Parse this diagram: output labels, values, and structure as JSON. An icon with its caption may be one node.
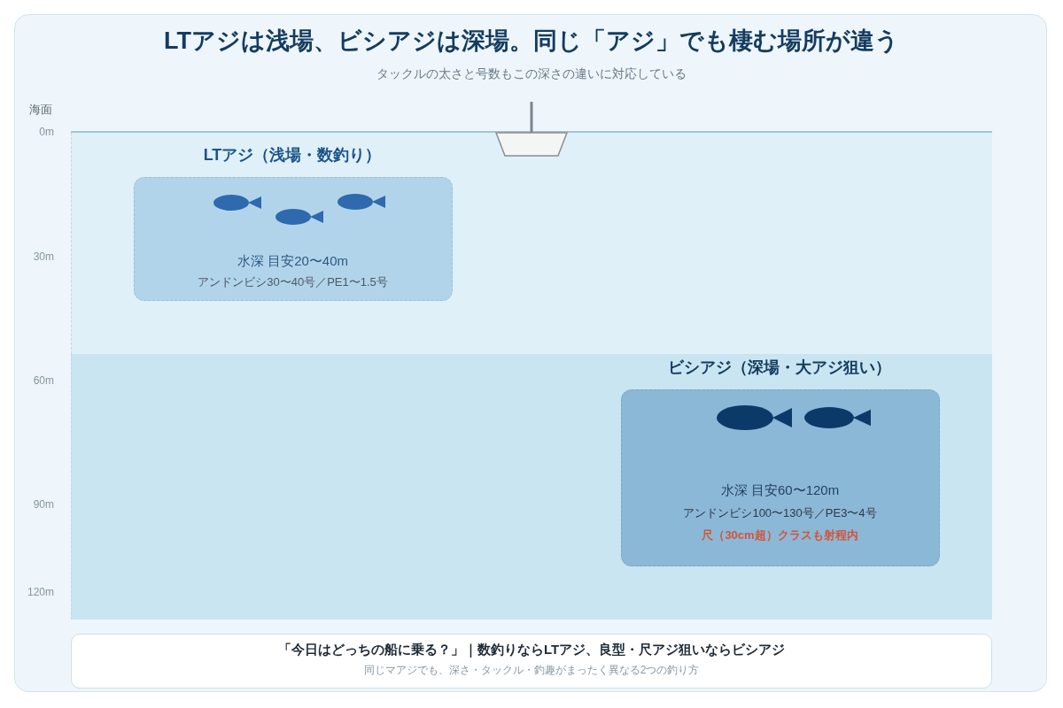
{
  "diagram": {
    "title": "LTアジは浅場、ビシアジは深場。同じ「アジ」でも棲む場所が違う",
    "nodes": [
      {
        "text": [
          "LTアジ（浅場・数釣り）"
        ]
      },
      {
        "text": [
          "水深 目安20〜40m",
          "アンドンビシ30〜40号／PE1〜1.5号"
        ],
        "in": 0
      },
      {
        "text": [
          "ビシアジ（深場・大アジ狙い）"
        ]
      },
      {
        "text": [
          "水深 目安60〜120m",
          "アンドンビシ100〜130号／PE3〜4号",
          "尺（30cm超）クラスも射程内"
        ],
        "in": 2
      },
      {
        "text": [
          "「今日はどっちの船に乗る？」｜数釣りならLTアジ、良型・尺アジ狙いならビシアジ",
          "同じマアジでも、深さ・タックル・釣趣がまったく異なる2つの釣り方"
        ]
      }
    ],
    "labels": [
      "タックルの太さと号数もこの深さの違いに対応している",
      "海面",
      "0m",
      "30m",
      "60m",
      "90m",
      "120m"
    ]
  }
}
